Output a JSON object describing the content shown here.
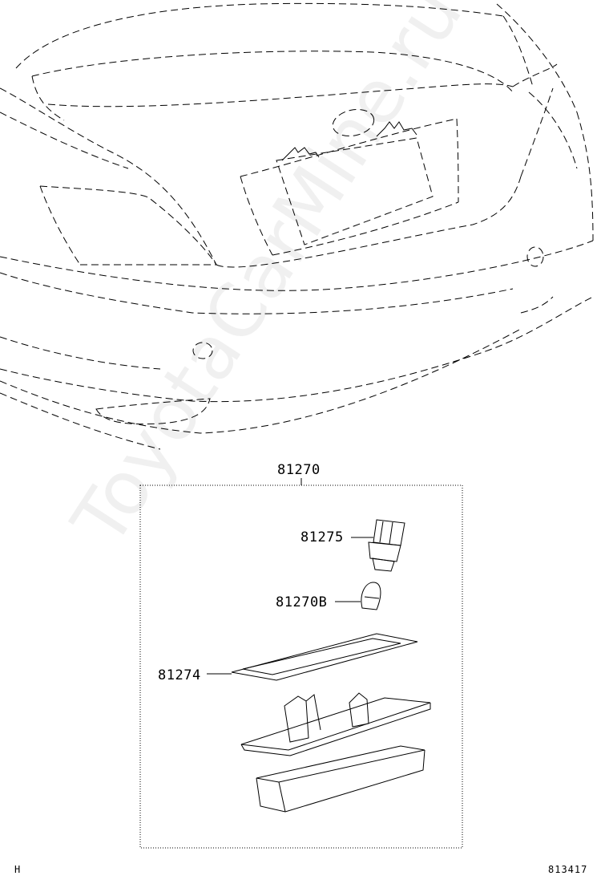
{
  "watermark": "ToyotaCarMine.ru",
  "labels": {
    "assembly": "81270",
    "socket": "81275",
    "bulb": "81270B",
    "lens": "81274"
  },
  "corner_left": "H",
  "corner_right": "813417"
}
